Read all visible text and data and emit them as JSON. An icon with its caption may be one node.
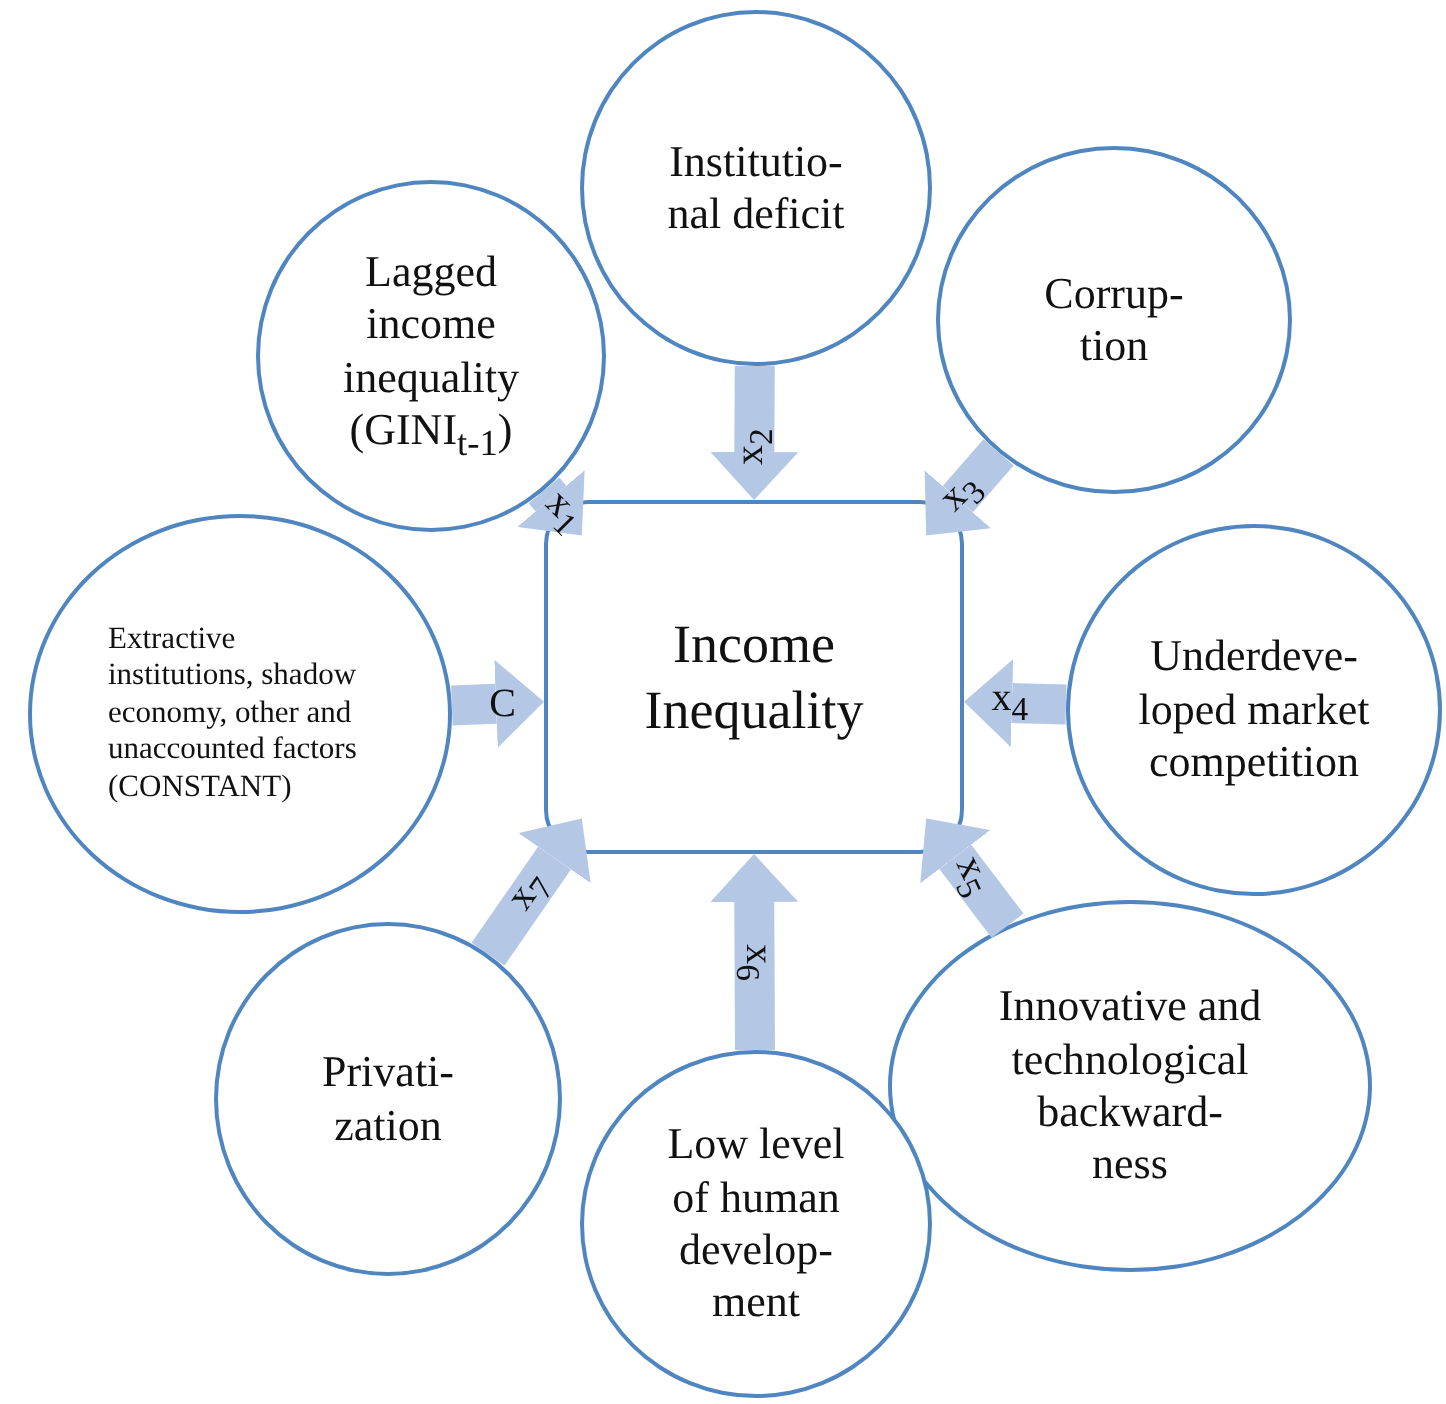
{
  "diagram": {
    "nodes": [
      {
        "text": [
          "Institutio- nal deficit"
        ]
      },
      {
        "text": [
          "Lagged income inequality (GINI$_{t-1}$)"
        ]
      },
      {
        "text": [
          "Corrup- tion"
        ]
      },
      {
        "text": [
          "Extractive institutions, shadow economy, other and unaccounted factors (CONSTANT)"
        ]
      },
      {
        "text": [
          "Income Inequality"
        ]
      },
      {
        "text": [
          "Underdeve- loped market competition"
        ]
      },
      {
        "text": [
          "Innovative and technological backward- ness"
        ]
      },
      {
        "text": [
          "Privati- zation"
        ]
      },
      {
        "text": [
          "Low level of human develop- ment"
        ]
      }
    ],
    "edges": [
      {
        "from": 1,
        "to": 4,
        "arrow": "to",
        "label": "x$_{1}$"
      },
      {
        "from": 0,
        "to": 4,
        "arrow": "to",
        "label": "x$_{2}$"
      },
      {
        "from": 2,
        "to": 4,
        "arrow": "to",
        "label": "x$_{3}$"
      },
      {
        "from": 5,
        "to": 4,
        "arrow": "to",
        "label": "x$_{4}$"
      },
      {
        "from": 6,
        "to": 4,
        "arrow": "to",
        "label": "x$_{5}$"
      },
      {
        "from": 8,
        "to": 4,
        "arrow": "to",
        "label": "x$_{6}$"
      },
      {
        "from": 7,
        "to": 4,
        "arrow": "to",
        "label": "x$_{7}$"
      },
      {
        "from": 3,
        "to": 4,
        "arrow": "to",
        "label": "C"
      }
    ]
  }
}
